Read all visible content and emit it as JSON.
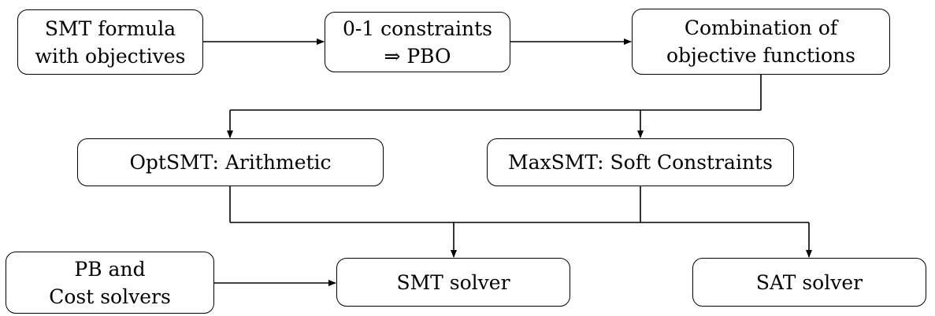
{
  "nodes": {
    "smt_formula": {
      "lines": [
        "SMT formula",
        "with objectives"
      ]
    },
    "constraints_01": {
      "lines": [
        "0-1 constraints",
        "⇒ PBO"
      ]
    },
    "combination": {
      "lines": [
        "Combination of",
        "objective functions"
      ]
    },
    "optsmt": {
      "lines": [
        "OptSMT: Arithmetic"
      ]
    },
    "maxsmt": {
      "lines": [
        "MaxSMT: Soft Constraints"
      ]
    },
    "pb_cost": {
      "lines": [
        "PB and",
        "Cost solvers"
      ]
    },
    "smt_solver": {
      "lines": [
        "SMT solver"
      ]
    },
    "sat_solver": {
      "lines": [
        "SAT solver"
      ]
    }
  },
  "edges": [
    {
      "from": "smt_formula",
      "to": "constraints_01"
    },
    {
      "from": "constraints_01",
      "to": "combination"
    },
    {
      "from": "combination",
      "to": "optsmt"
    },
    {
      "from": "combination",
      "to": "maxsmt"
    },
    {
      "from": "optsmt",
      "to": "smt_solver"
    },
    {
      "from": "optsmt",
      "to": "sat_solver"
    },
    {
      "from": "maxsmt",
      "to": "smt_solver"
    },
    {
      "from": "maxsmt",
      "to": "sat_solver"
    },
    {
      "from": "pb_cost",
      "to": "smt_solver"
    }
  ]
}
